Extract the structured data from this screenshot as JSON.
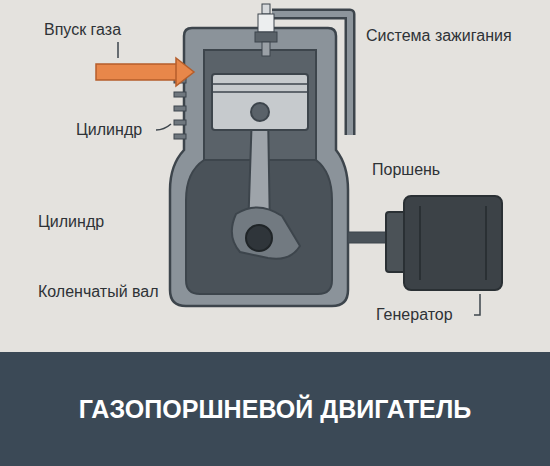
{
  "diagram": {
    "title": "ГАЗОПОРШНЕВОЙ ДВИГАТЕЛЬ",
    "labels": [
      "Впуск газа",
      "Система зажигания",
      "Цилиндр",
      "Цилиндр",
      "Коленчатый вал",
      "Поршень",
      "Генератор"
    ]
  }
}
